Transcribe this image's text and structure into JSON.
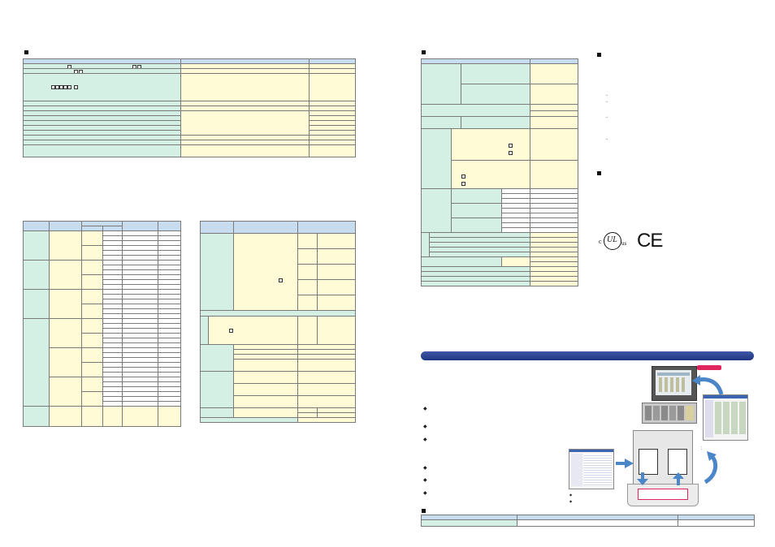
{
  "colors": {
    "label_cell": "#d4efe4",
    "value_cell": "#fffbd6",
    "header_cell": "#c8dcf0",
    "banner": "#2b4592",
    "tag": "#e0245e",
    "arrow": "#4a86c8"
  },
  "icons": [
    "section-bullet-square",
    "checkbox-square",
    "diamond-bullet",
    "arrow-glyph",
    "cul-us-mark",
    "ce-mark",
    "document-icon",
    "curved-arrow"
  ],
  "page": {
    "glyph_bullet": "◆",
    "glyph_arrow": "→",
    "mark_ce": "CE",
    "mark_ul": "UL",
    "mark_c": "c",
    "mark_us": "us",
    "legend_colon": ":"
  }
}
